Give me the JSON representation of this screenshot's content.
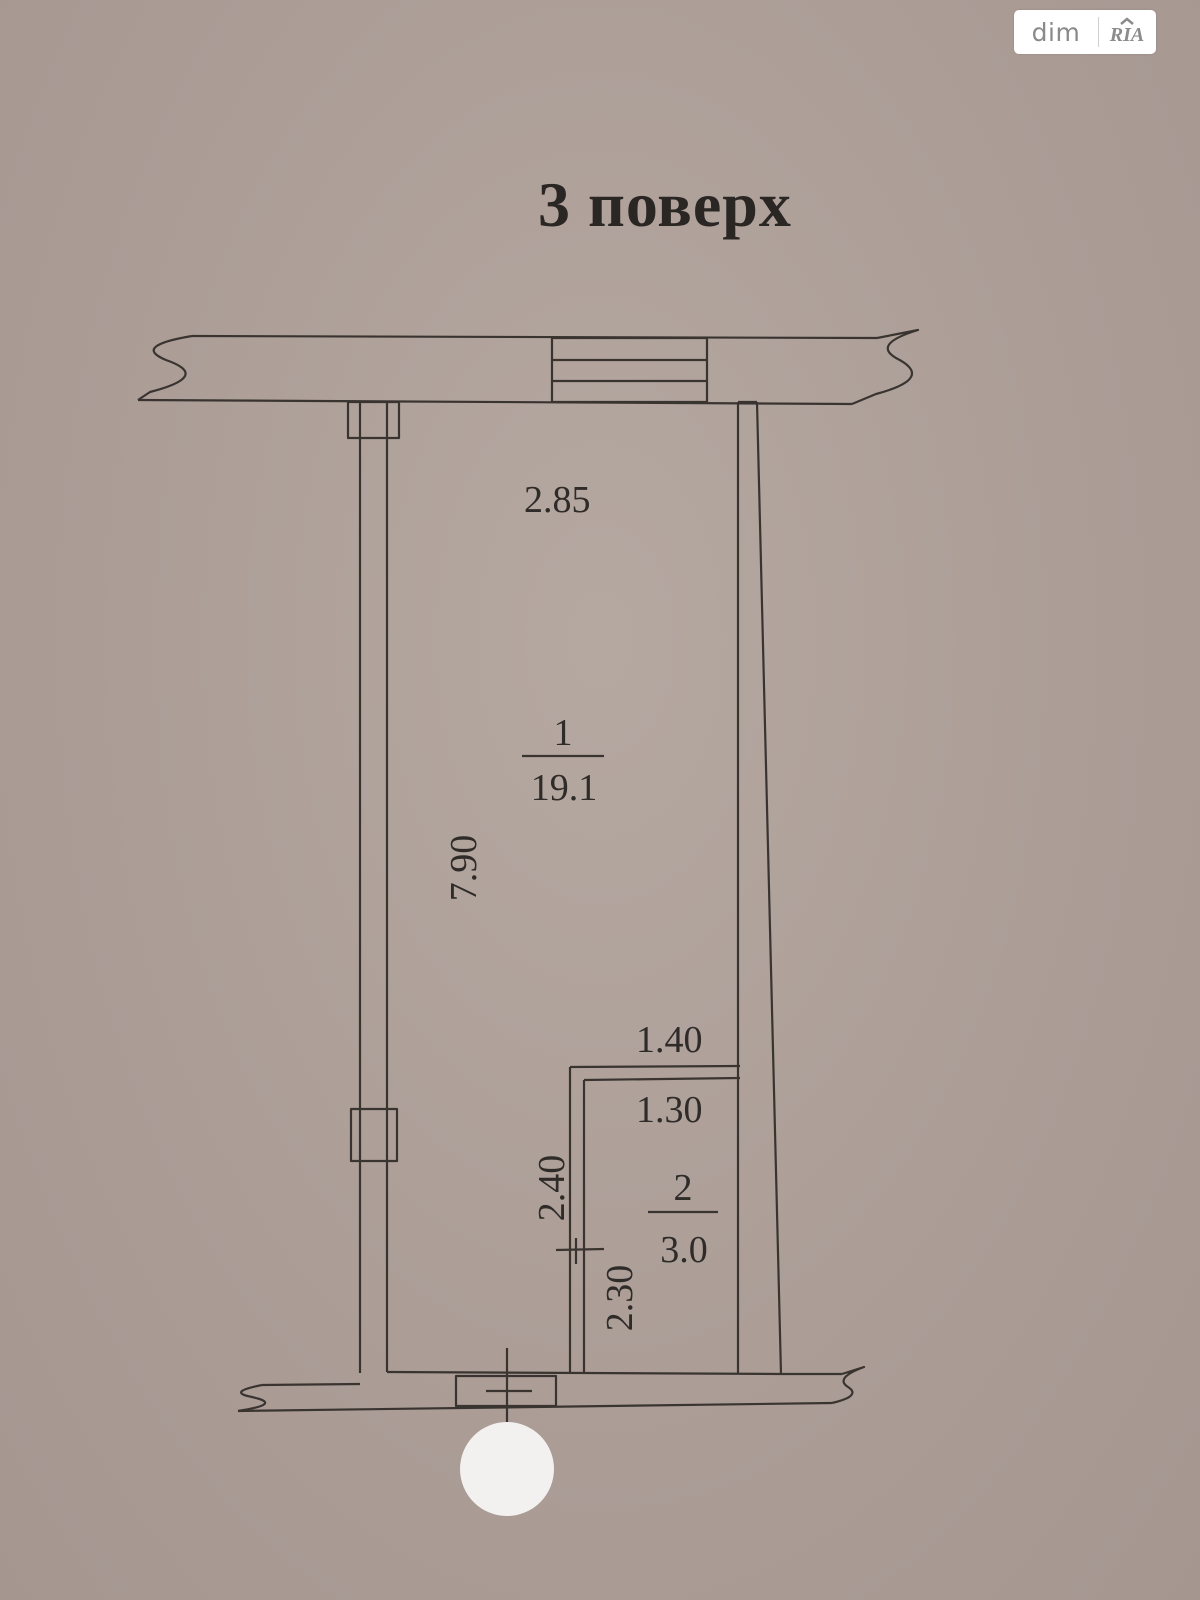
{
  "watermark": {
    "text": "dim",
    "logo_text": "RIA"
  },
  "floor_title": "3 поверх",
  "plan": {
    "rooms": [
      {
        "number": "1",
        "area": "19.1"
      },
      {
        "number": "2",
        "area": "3.0"
      }
    ],
    "dimensions": {
      "room1_width": "2.85",
      "room1_length": "7.90",
      "room2_outer_width": "1.40",
      "room2_inner_width": "1.30",
      "room2_outer_length": "2.40",
      "room2_inner_length": "2.30"
    }
  },
  "colors": {
    "background": "#ad9f98",
    "lines": "#3a3431",
    "title": "#2a2624",
    "watermark_bg": "#ffffff"
  }
}
